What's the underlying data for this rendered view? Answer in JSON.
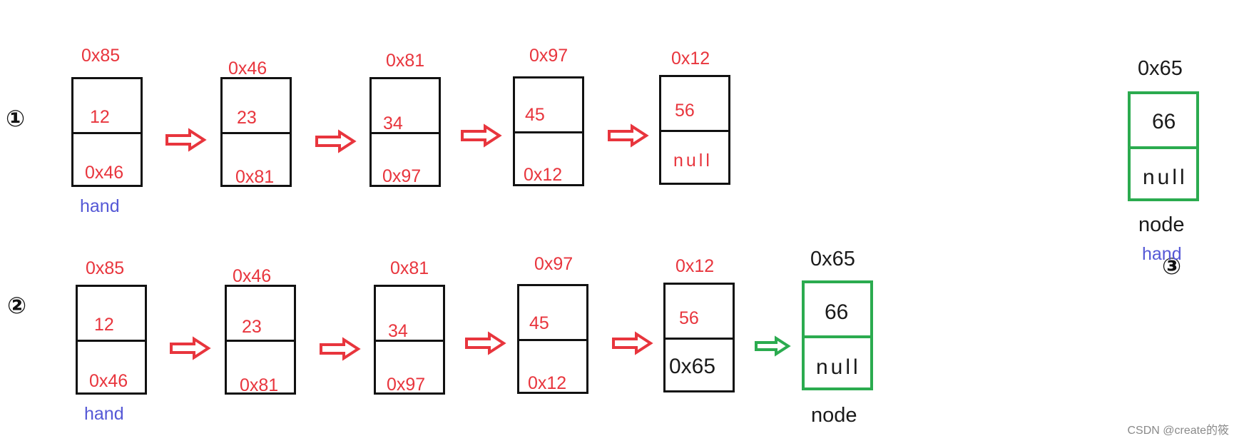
{
  "steps": [
    "①",
    "②",
    "③"
  ],
  "row1": {
    "nodes": [
      {
        "addr": "0x85",
        "data": "12",
        "next": "0x46"
      },
      {
        "addr": "0x46",
        "data": "23",
        "next": "0x81"
      },
      {
        "addr": "0x81",
        "data": "34",
        "next": "0x97"
      },
      {
        "addr": "0x97",
        "data": "45",
        "next": "0x12"
      },
      {
        "addr": "0x12",
        "data": "56",
        "next": "null"
      }
    ],
    "head_label": "hand"
  },
  "row2": {
    "nodes": [
      {
        "addr": "0x85",
        "data": "12",
        "next": "0x46"
      },
      {
        "addr": "0x46",
        "data": "23",
        "next": "0x81"
      },
      {
        "addr": "0x81",
        "data": "34",
        "next": "0x97"
      },
      {
        "addr": "0x97",
        "data": "45",
        "next": "0x12"
      },
      {
        "addr": "0x12",
        "data": "56",
        "next": "0x65"
      }
    ],
    "head_label": "hand",
    "new_node": {
      "addr": "0x65",
      "data": "66",
      "next": "null",
      "label": "node"
    }
  },
  "row3": {
    "new_node": {
      "addr": "0x65",
      "data": "66",
      "next": "null",
      "label": "node",
      "head_label": "hand"
    }
  },
  "watermark": "CSDN @create的筱",
  "colors": {
    "arrow": "#e8353d",
    "new_arrow": "#2bab4f",
    "new_node_border": "#2bab4f",
    "head_label": "#5558d6"
  }
}
